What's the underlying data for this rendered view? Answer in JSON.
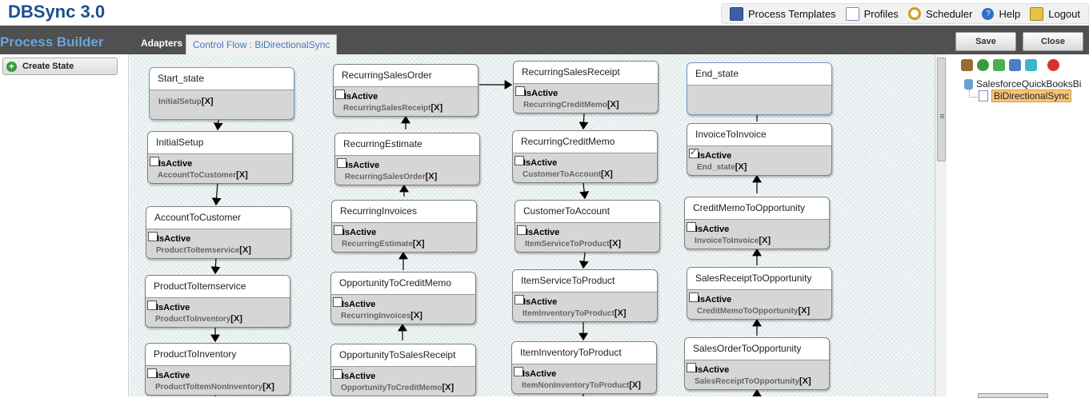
{
  "app": {
    "title": "DBSync 3.0"
  },
  "topnav": [
    {
      "label": "Process Templates",
      "icon": "process-templates-icon"
    },
    {
      "label": "Profiles",
      "icon": "profiles-icon"
    },
    {
      "label": "Scheduler",
      "icon": "scheduler-icon"
    },
    {
      "label": "Help",
      "icon": "help-icon"
    },
    {
      "label": "Logout",
      "icon": "logout-icon"
    }
  ],
  "toolbar": {
    "section_title": "Process Builder",
    "tab_adapters": "Adapters",
    "tab_control_flow": "Control Flow : BiDirectionalSync",
    "save_label": "Save",
    "close_label": "Close"
  },
  "left": {
    "create_state_label": "Create State"
  },
  "tree": {
    "root": "SalesforceQuickBooksBi",
    "child": "BiDirectionalSync"
  },
  "states": [
    {
      "title": "Start_state",
      "next": "InitialSetup",
      "has_active": false
    },
    {
      "title": "InitialSetup",
      "active_label": "IsActive",
      "checked": false,
      "next": "AccountToCustomer"
    },
    {
      "title": "AccountToCustomer",
      "active_label": "IsActive",
      "checked": false,
      "next": "ProductToItemservice"
    },
    {
      "title": "ProductToItemservice",
      "active_label": "IsActive",
      "checked": false,
      "next": "ProductToInventory"
    },
    {
      "title": "ProductToInventory",
      "active_label": "IsActive",
      "checked": false,
      "next": "ProductToItemNonInventory"
    },
    {
      "title": "RecurringSalesOrder",
      "active_label": "IsActive",
      "checked": false,
      "next": "RecurringSalesReceipt"
    },
    {
      "title": "RecurringEstimate",
      "active_label": "IsActive",
      "checked": false,
      "next": "RecurringSalesOrder"
    },
    {
      "title": "RecurringInvoices",
      "active_label": "IsActive",
      "checked": false,
      "next": "RecurringEstimate"
    },
    {
      "title": "OpportunityToCreditMemo",
      "active_label": "IsActive",
      "checked": false,
      "next": "RecurringInvoices"
    },
    {
      "title": "OpportunityToSalesReceipt",
      "active_label": "IsActive",
      "checked": false,
      "next": "OpportunityToCreditMemo"
    },
    {
      "title": "RecurringSalesReceipt",
      "active_label": "IsActive",
      "checked": false,
      "next": "RecurringCreditMemo"
    },
    {
      "title": "RecurringCreditMemo",
      "active_label": "IsActive",
      "checked": false,
      "next": "CustomerToAccount"
    },
    {
      "title": "CustomerToAccount",
      "active_label": "IsActive",
      "checked": false,
      "next": "ItemServiceToProduct"
    },
    {
      "title": "ItemServiceToProduct",
      "active_label": "IsActive",
      "checked": false,
      "next": "ItemInventoryToProduct"
    },
    {
      "title": "ItemInventoryToProduct",
      "active_label": "IsActive",
      "checked": false,
      "next": "ItemNonInventoryToProduct"
    },
    {
      "title": "End_state"
    },
    {
      "title": "InvoiceToInvoice",
      "active_label": "IsActive",
      "checked": true,
      "next": "End_state"
    },
    {
      "title": "CreditMemoToOpportunity",
      "active_label": "IsActive",
      "checked": false,
      "next": "InvoiceToInvoice"
    },
    {
      "title": "SalesReceiptToOpportunity",
      "active_label": "IsActive",
      "checked": false,
      "next": "CreditMemoToOpportunity"
    },
    {
      "title": "SalesOrderToOpportunity",
      "active_label": "IsActive",
      "checked": false,
      "next": "SalesReceiptToOpportunity"
    }
  ],
  "remove_marker": "[X]"
}
